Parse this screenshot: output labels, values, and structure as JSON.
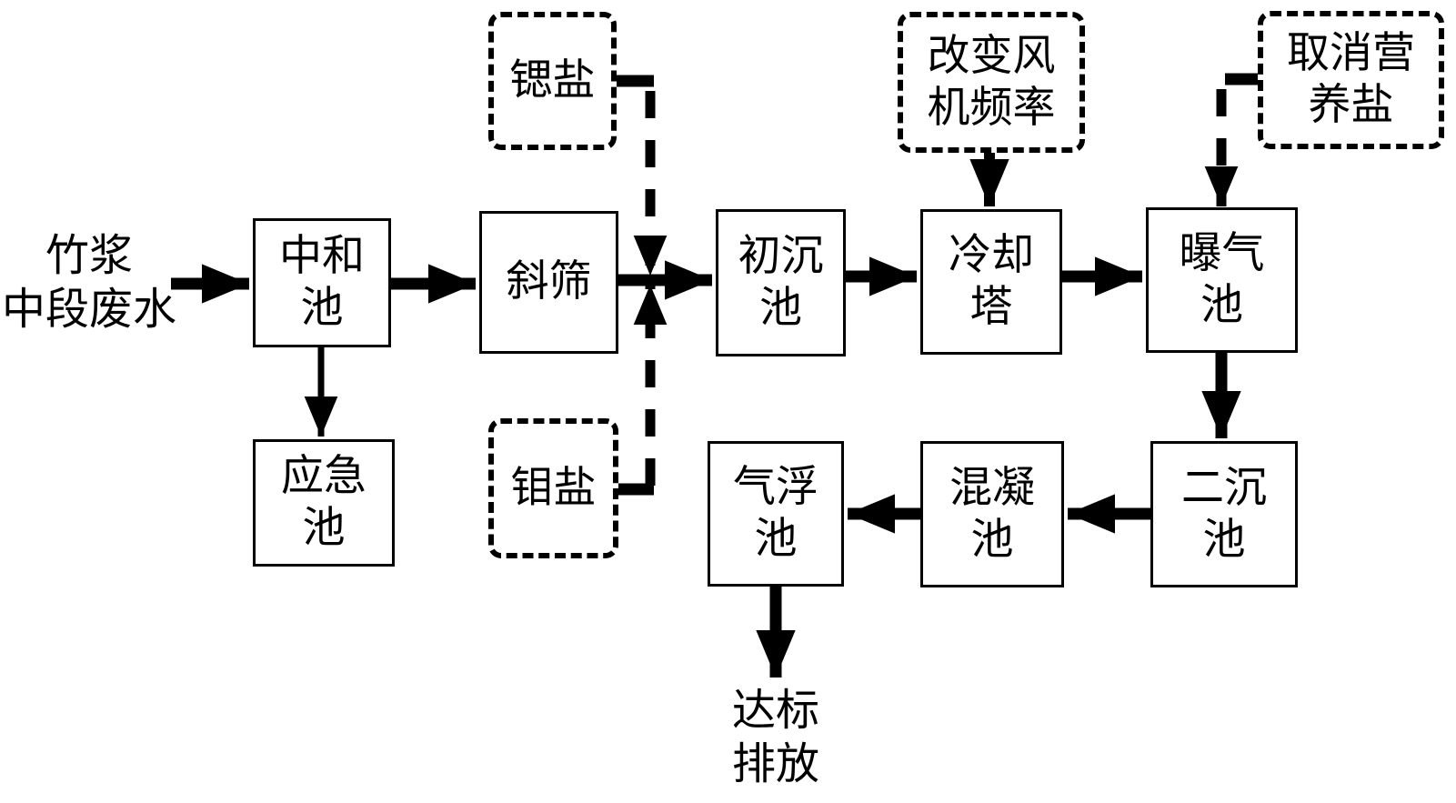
{
  "diagram": {
    "inlet_label": "竹浆\n中段废水",
    "outlet_label": "达标\n排放",
    "process_boxes": {
      "neutralization": "中和\n池",
      "inclined_screen": "斜筛",
      "primary_sedimentation": "初沉\n池",
      "cooling_tower": "冷却\n塔",
      "aeration": "曝气\n池",
      "emergency": "应急\n池",
      "air_flotation": "气浮\n池",
      "coagulation": "混凝\n池",
      "secondary_sedimentation": "二沉\n池"
    },
    "dashed_boxes": {
      "strontium_salt": "锶盐",
      "change_fan_frequency": "改变风\n机频率",
      "cancel_nutrient_salt": "取消营\n养盐",
      "molybdenum_salt": "钼盐"
    },
    "edges": [
      {
        "from": "竹浆中段废水",
        "to": "中和池",
        "style": "solid"
      },
      {
        "from": "中和池",
        "to": "斜筛",
        "style": "solid"
      },
      {
        "from": "中和池",
        "to": "应急池",
        "style": "solid"
      },
      {
        "from": "斜筛",
        "to": "初沉池",
        "style": "solid"
      },
      {
        "from": "锶盐",
        "to": "斜筛-初沉池连线",
        "style": "dashed"
      },
      {
        "from": "钼盐",
        "to": "斜筛-初沉池连线",
        "style": "dashed"
      },
      {
        "from": "初沉池",
        "to": "冷却塔",
        "style": "solid"
      },
      {
        "from": "改变风机频率",
        "to": "冷却塔",
        "style": "solid"
      },
      {
        "from": "冷却塔",
        "to": "曝气池",
        "style": "solid"
      },
      {
        "from": "取消营养盐",
        "to": "曝气池",
        "style": "dashed"
      },
      {
        "from": "曝气池",
        "to": "二沉池",
        "style": "solid"
      },
      {
        "from": "二沉池",
        "to": "混凝池",
        "style": "solid"
      },
      {
        "from": "混凝池",
        "to": "气浮池",
        "style": "solid"
      },
      {
        "from": "气浮池",
        "to": "达标排放",
        "style": "solid"
      }
    ],
    "colors": {
      "line": "#000000",
      "background": "#ffffff"
    }
  }
}
